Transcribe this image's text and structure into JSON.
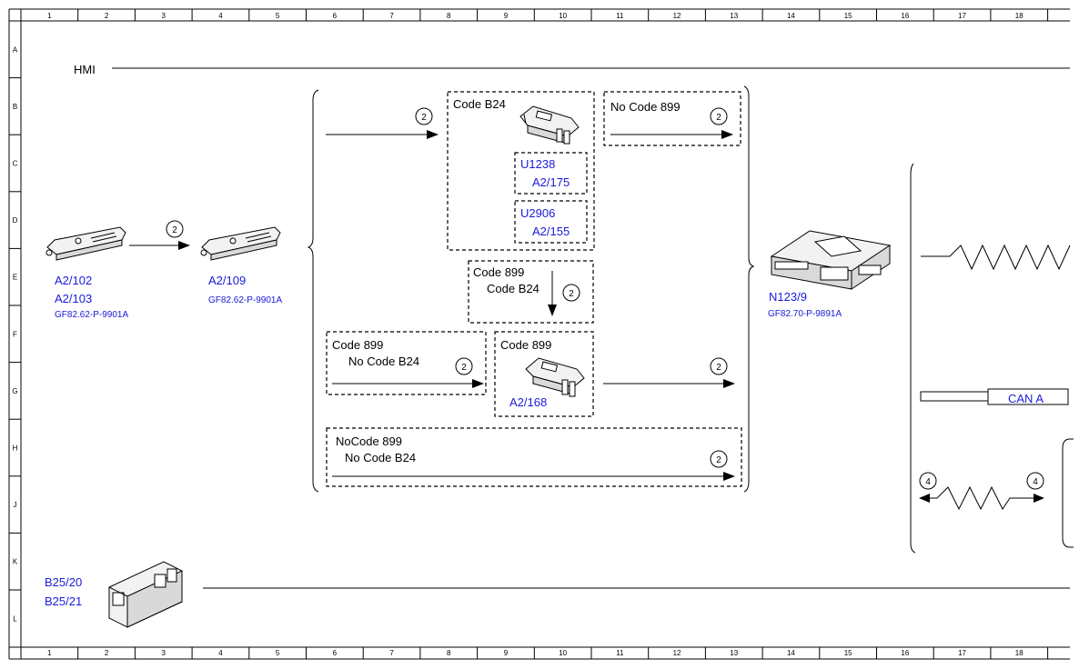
{
  "ruler": {
    "columns": [
      "1",
      "2",
      "3",
      "4",
      "5",
      "6",
      "7",
      "8",
      "9",
      "10",
      "11",
      "12",
      "13",
      "14",
      "15",
      "16",
      "17",
      "18"
    ],
    "rows": [
      "A",
      "B",
      "C",
      "D",
      "E",
      "F",
      "G",
      "H",
      "J",
      "K",
      "L"
    ]
  },
  "bus_label": "HMI",
  "components": {
    "a2_102": {
      "line1": "A2/102",
      "line2": "A2/103",
      "ref": "GF82.62-P-9901A"
    },
    "a2_109": {
      "line1": "A2/109",
      "ref": "GF82.62-P-9901A"
    },
    "a2_168": {
      "label": "A2/168"
    },
    "n123_9": {
      "line1": "N123/9",
      "ref": "GF82.70-P-9891A"
    },
    "b25": {
      "line1": "B25/20",
      "line2": "B25/21"
    },
    "u1238": {
      "code": "U1238",
      "label": "A2/175"
    },
    "u2906": {
      "code": "U2906",
      "label": "A2/155"
    }
  },
  "code_boxes": {
    "b24": "Code B24",
    "no899": "No  Code 899",
    "c899_b24": {
      "line1": "Code 899",
      "line2": "Code B24"
    },
    "c899_nob24": {
      "line1": "Code 899",
      "line2": "No  Code B24"
    },
    "c899_mid": "Code 899",
    "no899_nob24": {
      "line1": "NoCode 899",
      "line2": "No  Code B24"
    }
  },
  "markers": {
    "two": "2",
    "four": "4"
  },
  "can_label": "CAN A"
}
